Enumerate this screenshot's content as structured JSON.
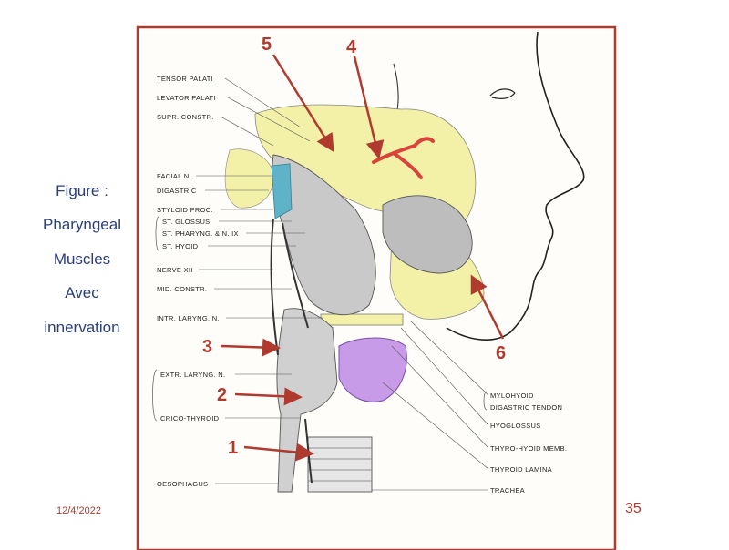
{
  "slide": {
    "caption_lines": [
      "Figure :",
      "Pharyngeal",
      "Muscles",
      "Avec",
      "innervation"
    ],
    "date": "12/4/2022",
    "page_number": "35"
  },
  "figure": {
    "left_labels": [
      "TENSOR PALATI",
      "LEVATOR PALATI",
      "SUPR. CONSTR.",
      "FACIAL N.",
      "DIGASTRIC",
      "STYLOID PROC.",
      "ST. GLOSSUS",
      "ST. PHARYNG. & N. IX",
      "ST. HYOID",
      "NERVE XII",
      "MID. CONSTR.",
      "INTR. LARYNG. N.",
      "EXTR. LARYNG. N.",
      "CRICO-THYROID",
      "OESOPHAGUS"
    ],
    "right_labels": [
      "MYLOHYOID",
      "DIGASTRIC TENDON",
      "HYOGLOSSUS",
      "THYRO-HYOID MEMB.",
      "THYROID LAMINA",
      "TRACHEA"
    ],
    "markers": [
      "1",
      "2",
      "3",
      "4",
      "5",
      "6"
    ],
    "colors": {
      "frame": "#b03a2e",
      "arrow": "#b03a2e",
      "yellow": "#f3f0a8",
      "purple": "#c79be8",
      "teal": "#5fb3c9",
      "artery": "#d9433a"
    }
  }
}
